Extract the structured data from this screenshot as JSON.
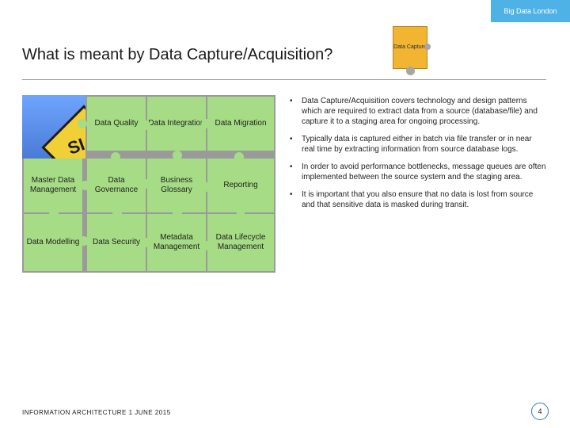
{
  "header": {
    "brand": "Big Data London",
    "title": "What is meant by Data Capture/Acquisition?",
    "badge": "Data Capture"
  },
  "puzzle": {
    "photo_sign_text": "SI",
    "pieces": [
      "Data Quality",
      "Data Integration",
      "Data Migration",
      "Master Data Management",
      "Data Governance",
      "Business Glossary",
      "Reporting",
      "Data Modelling",
      "Data Security",
      "Metadata Management",
      "Data Lifecycle Management"
    ]
  },
  "bullets": [
    "Data Capture/Acquisition covers technology and design patterns which are required to extract data from a source (database/file) and capture it to a staging area for ongoing processing.",
    "Typically data is captured either in batch via file transfer or in near real time by extracting information from source database logs.",
    "In order to avoid performance bottlenecks, message queues are often implemented between the source system and the staging area.",
    "It is important that you also ensure that no data is lost from source and that sensitive data is masked during transit."
  ],
  "footer": {
    "text": "INFORMATION ARCHITECTURE 1 JUNE 2015",
    "page_number": "4"
  },
  "colors": {
    "brand_blue": "#4fb2e6",
    "puzzle_green": "#a6dc85",
    "badge_orange": "#f2b532"
  }
}
